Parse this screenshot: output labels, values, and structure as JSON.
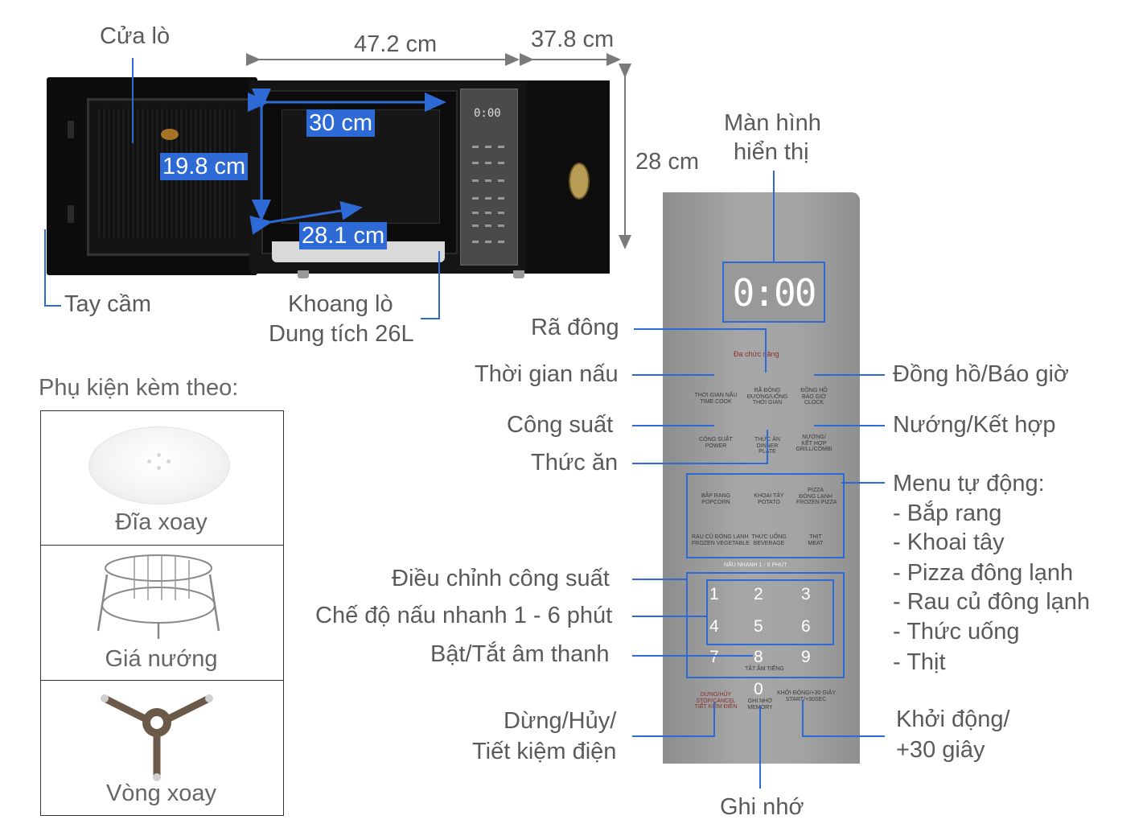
{
  "dimensions": {
    "width": "47.2 cm",
    "depth": "37.8 cm",
    "height": "28 cm",
    "cavity_width": "30 cm",
    "cavity_height": "19.8 cm",
    "cavity_depth": "28.1 cm"
  },
  "labels": {
    "door": "Cửa lò",
    "handle": "Tay cầm",
    "cavity": [
      "Khoang lò",
      "Dung tích 26L"
    ],
    "display": [
      "Màn hình",
      "hiển thị"
    ],
    "defrost": "Rã đông",
    "cook_time": "Thời gian nấu",
    "clock": "Đồng hồ/Báo giờ",
    "power": "Công suất",
    "grill_combo": "Nướng/Kết hợp",
    "food": "Thức ăn",
    "auto_menu": [
      "Menu tự động:",
      "- Bắp rang",
      "- Khoai tây",
      "- Pizza đông lạnh",
      "- Rau củ đông lạnh",
      "- Thức uống",
      "- Thịt"
    ],
    "power_adjust": "Điều chỉnh công suất",
    "quick_cook": "Chế độ nấu nhanh 1 - 6 phút",
    "sound": "Bật/Tắt âm thanh",
    "stop": [
      "Dừng/Hủy/",
      "Tiết kiệm điện"
    ],
    "start": [
      "Khởi động/",
      "+30 giây"
    ],
    "memory": "Ghi nhớ"
  },
  "accessories": {
    "title": "Phụ kiện kèm theo:",
    "items": [
      "Đĩa xoay",
      "Giá nướng",
      "Vòng xoay"
    ]
  },
  "panel": {
    "display_value": "0:00",
    "mini_display": "0:00",
    "multi_function": "Đa chức năng",
    "buttons_row1": [
      [
        "THỜI GIAN NẤU",
        "TIME COOK"
      ],
      [
        "RÃ ĐÔNG",
        "ĐƯỜNG/UỐNG",
        "THỜI GIAN"
      ],
      [
        "ĐỒNG HỒ",
        "BÁO GIỜ",
        "CLOCK"
      ]
    ],
    "buttons_row2": [
      [
        "CÔNG SUẤT",
        "POWER"
      ],
      [
        "THỨC ĂN",
        "DINNER",
        "PLATE"
      ],
      [
        "NƯỚNG/",
        "KẾT HỢP",
        "GRILL/COMBI"
      ]
    ],
    "auto_menu_buttons": [
      [
        "BẮP RANG",
        "POPCORN"
      ],
      [
        "KHOAI TÂY",
        "POTATO"
      ],
      [
        "PIZZA",
        "ĐÔNG LẠNH",
        "FROZEN PIZZA"
      ],
      [
        "RAU CỦ ĐÔNG LẠNH",
        "FROZEN VEGETABLE"
      ],
      [
        "THỨC UỐNG",
        "BEVERAGE"
      ],
      [
        "THỊT",
        "MEAT"
      ]
    ],
    "quick_cook_header": "NẤU NHANH 1 - 6 PHÚT",
    "keys": [
      "1",
      "2",
      "3",
      "4",
      "5",
      "6",
      "7",
      "8",
      "9",
      "0"
    ],
    "sound_key_label": "TẮT ÂM TIẾNG",
    "stop_button": [
      "DỪNG/HỦY",
      "STOP/CANCEL",
      "TIẾT KIỆM ĐIỆN"
    ],
    "memory_button": [
      "GHI NHỚ",
      "MEMORY"
    ],
    "start_button": [
      "KHỞI ĐỘNG/+30 GIÂY",
      "START/+30SEC"
    ]
  },
  "colors": {
    "accent": "#2d6ad6",
    "label_text": "#5a5a5a",
    "panel_silver": "#a3a3a3",
    "microwave_body": "#151515"
  }
}
